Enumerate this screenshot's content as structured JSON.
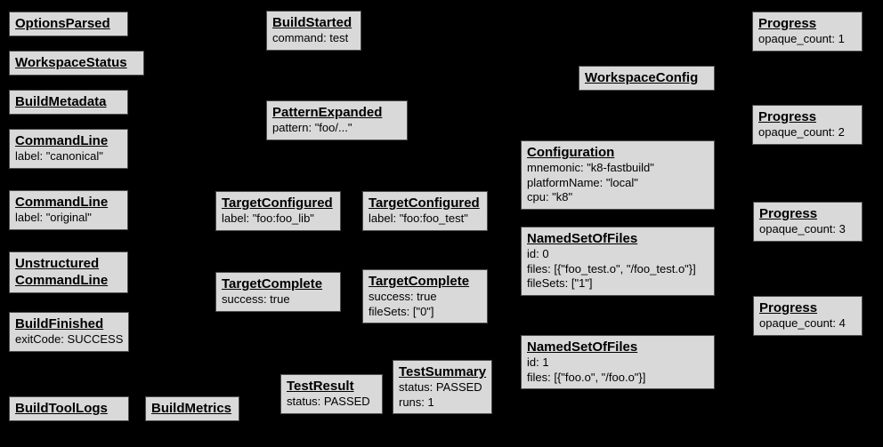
{
  "diagram": {
    "name": "build-event-protocol-graph",
    "background_color": "#000000",
    "box_fill_color": "#d9d9d9",
    "box_border_color": "#4d4d4d",
    "text_color": "#000000",
    "boxes": [
      {
        "title": "OptionsParsed",
        "lines": []
      },
      {
        "title": "WorkspaceStatus",
        "lines": []
      },
      {
        "title": "BuildMetadata",
        "lines": []
      },
      {
        "title": "CommandLine",
        "lines": [
          "label: \"canonical\""
        ]
      },
      {
        "title": "CommandLine",
        "lines": [
          "label: \"original\""
        ]
      },
      {
        "title": "Unstructured\nCommandLine",
        "lines": []
      },
      {
        "title": "BuildFinished",
        "lines": [
          "exitCode: SUCCESS"
        ]
      },
      {
        "title": "BuildToolLogs",
        "lines": []
      },
      {
        "title": "BuildMetrics",
        "lines": []
      },
      {
        "title": "BuildStarted",
        "lines": [
          "command: test"
        ]
      },
      {
        "title": "PatternExpanded",
        "lines": [
          "pattern: \"foo/...\""
        ]
      },
      {
        "title": "TargetConfigured",
        "lines": [
          "label: \"foo:foo_lib\""
        ]
      },
      {
        "title": "TargetConfigured",
        "lines": [
          "label: \"foo:foo_test\""
        ]
      },
      {
        "title": "TargetComplete",
        "lines": [
          "success: true"
        ]
      },
      {
        "title": "TargetComplete",
        "lines": [
          "success: true",
          "fileSets: [\"0\"]"
        ]
      },
      {
        "title": "TestResult",
        "lines": [
          "status: PASSED"
        ]
      },
      {
        "title": "TestSummary",
        "lines": [
          "status: PASSED",
          "runs: 1"
        ]
      },
      {
        "title": "WorkspaceConfig",
        "lines": []
      },
      {
        "title": "Configuration",
        "lines": [
          "mnemonic: \"k8-fastbuild\"",
          "platformName: \"local\"",
          "cpu: \"k8\""
        ]
      },
      {
        "title": "NamedSetOfFiles",
        "lines": [
          "id: 0",
          "files: [{\"foo_test.o\", \"/foo_test.o\"}]",
          "fileSets: [\"1\"]"
        ]
      },
      {
        "title": "NamedSetOfFiles",
        "lines": [
          "id: 1",
          "files: [{\"foo.o\", \"/foo.o\"}]"
        ]
      },
      {
        "title": "Progress",
        "lines": [
          "opaque_count: 1"
        ]
      },
      {
        "title": "Progress",
        "lines": [
          "opaque_count: 2"
        ]
      },
      {
        "title": "Progress",
        "lines": [
          "opaque_count: 3"
        ]
      },
      {
        "title": "Progress",
        "lines": [
          "opaque_count: 4"
        ]
      }
    ]
  }
}
